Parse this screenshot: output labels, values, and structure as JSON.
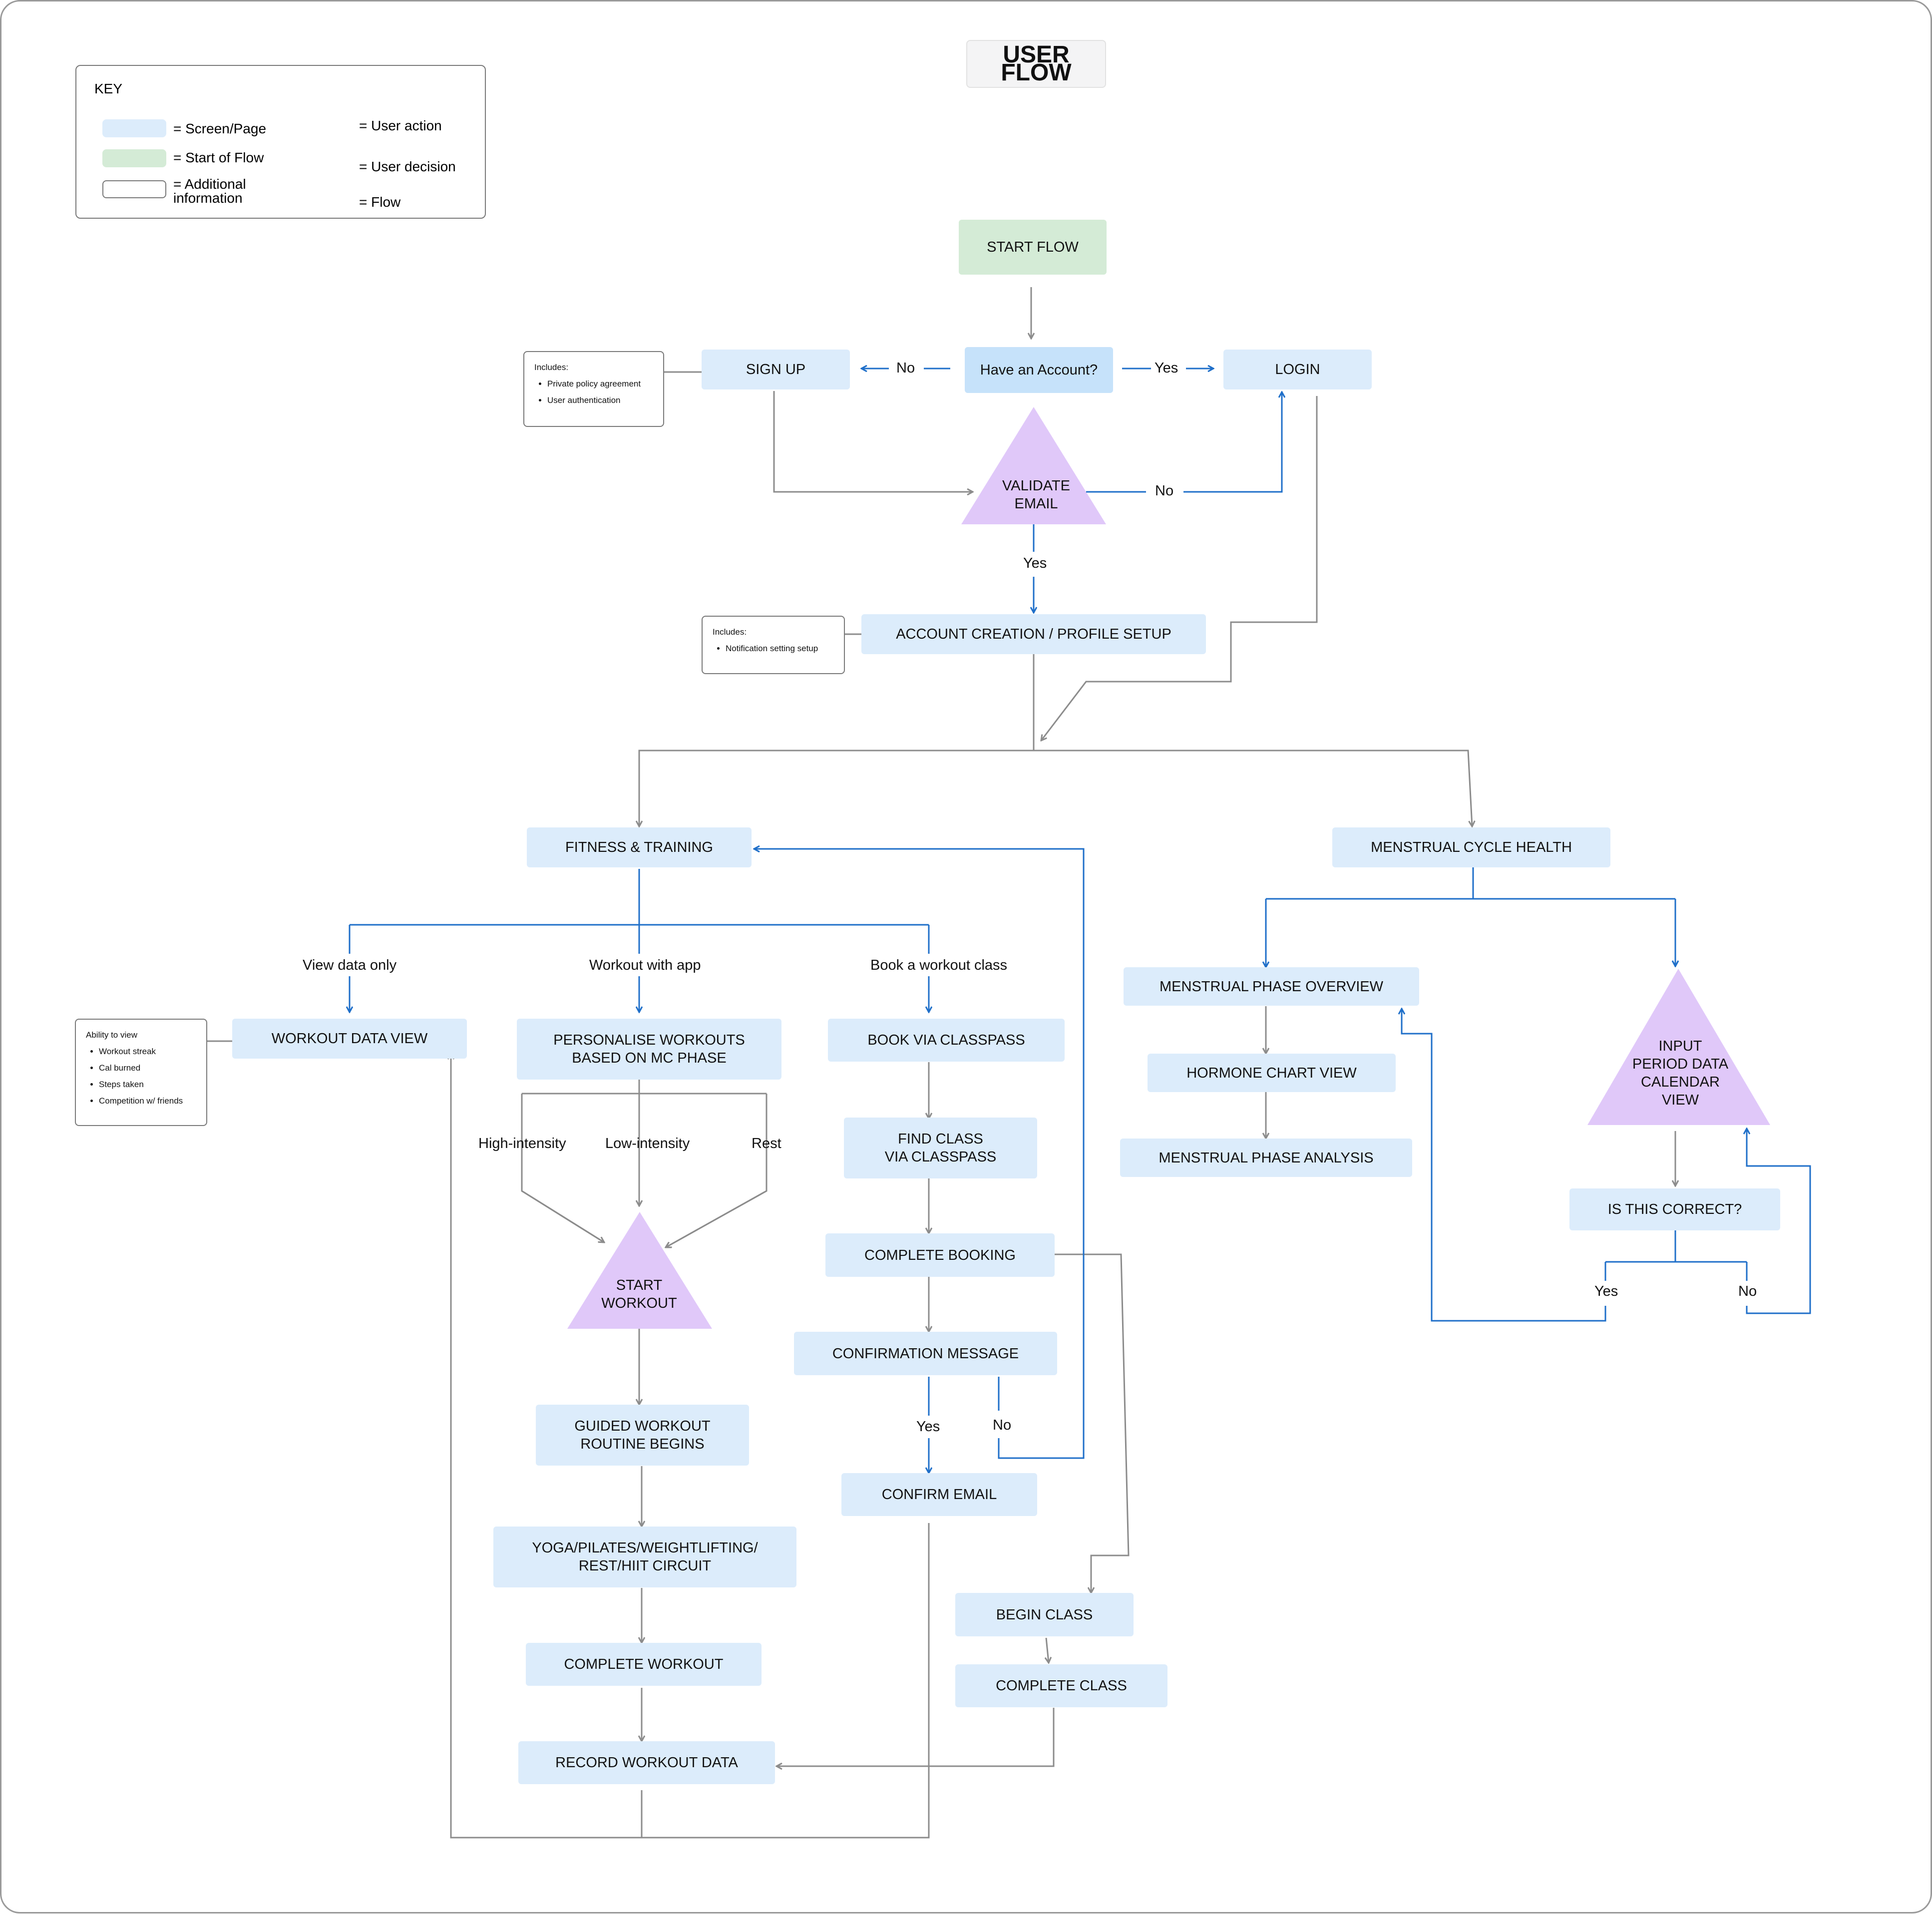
{
  "title": "USER FLOW",
  "colors": {
    "screen": "#dcecfb",
    "start": "#d4ebd6",
    "action": "#e0c8f9",
    "decision": "#1f6fc9",
    "flow": "#8c8c8c"
  },
  "key": {
    "title": "KEY",
    "screen": "= Screen/Page",
    "start": "= Start of Flow",
    "info": "= Additional\n information",
    "action": "= User action",
    "decision": "= User decision",
    "flow": "= Flow"
  },
  "nodes": {
    "start_flow": "START FLOW",
    "have_account": "Have an Account?",
    "sign_up": "SIGN UP",
    "login": "LOGIN",
    "validate_email": "VALIDATE\nEMAIL",
    "account_setup": "ACCOUNT CREATION / PROFILE SETUP",
    "fitness": "FITNESS & TRAINING",
    "menstrual_health": "MENSTRUAL CYCLE HEALTH",
    "workout_data_view": "WORKOUT DATA VIEW",
    "personalise": "PERSONALISE WORKOUTS\nBASED ON MC PHASE",
    "book_classpass": "BOOK VIA CLASSPASS",
    "find_class": "FIND CLASS\nVIA CLASSPASS",
    "complete_booking": "COMPLETE BOOKING",
    "confirmation": "CONFIRMATION MESSAGE",
    "confirm_email": "CONFIRM EMAIL",
    "begin_class": "BEGIN CLASS",
    "complete_class": "COMPLETE CLASS",
    "start_workout": "START\nWORKOUT",
    "guided_routine": "GUIDED WORKOUT\nROUTINE BEGINS",
    "circuit": "YOGA/PILATES/WEIGHTLIFTING/\nREST/HIIT CIRCUIT",
    "complete_workout": "COMPLETE WORKOUT",
    "record_data": "RECORD WORKOUT DATA",
    "phase_overview": "MENSTRUAL PHASE OVERVIEW",
    "hormone_chart": "HORMONE CHART VIEW",
    "phase_analysis": "MENSTRUAL PHASE ANALYSIS",
    "input_period": "INPUT\nPERIOD DATA\nCALENDAR\nVIEW",
    "is_correct": "IS THIS CORRECT?"
  },
  "labels": {
    "no_signup": "No",
    "yes_login": "Yes",
    "no_validate": "No",
    "yes_validate": "Yes",
    "view_data_only": "View data only",
    "workout_with_app": "Workout with app",
    "book_class": "Book a workout class",
    "high_intensity": "High-intensity",
    "low_intensity": "Low-intensity",
    "rest": "Rest",
    "yes_confirm": "Yes",
    "no_confirm": "No",
    "yes_correct": "Yes",
    "no_correct": "No"
  },
  "info_boxes": {
    "signup": {
      "title": "Includes:",
      "items": [
        "Private policy agreement",
        "User authentication"
      ]
    },
    "account": {
      "title": "Includes:",
      "items": [
        "Notification setting setup"
      ]
    },
    "workout_view": {
      "title": "Ability to view",
      "items": [
        "Workout streak",
        "Cal burned",
        "Steps taken",
        "Competition w/ friends"
      ]
    }
  }
}
